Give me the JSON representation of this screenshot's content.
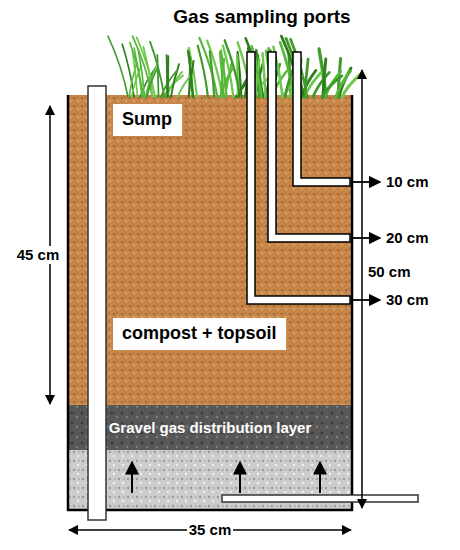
{
  "diagram": {
    "title": "Gas sampling ports",
    "nodes": [
      {
        "text": [
          "Sump"
        ]
      },
      {
        "text": [
          "compost + topsoil"
        ]
      },
      {
        "text": [
          "Gravel gas distribution layer"
        ]
      }
    ],
    "labels": [
      "10 cm",
      "20 cm",
      "45 cm",
      "50 cm",
      "30 cm",
      "35 cm"
    ]
  }
}
